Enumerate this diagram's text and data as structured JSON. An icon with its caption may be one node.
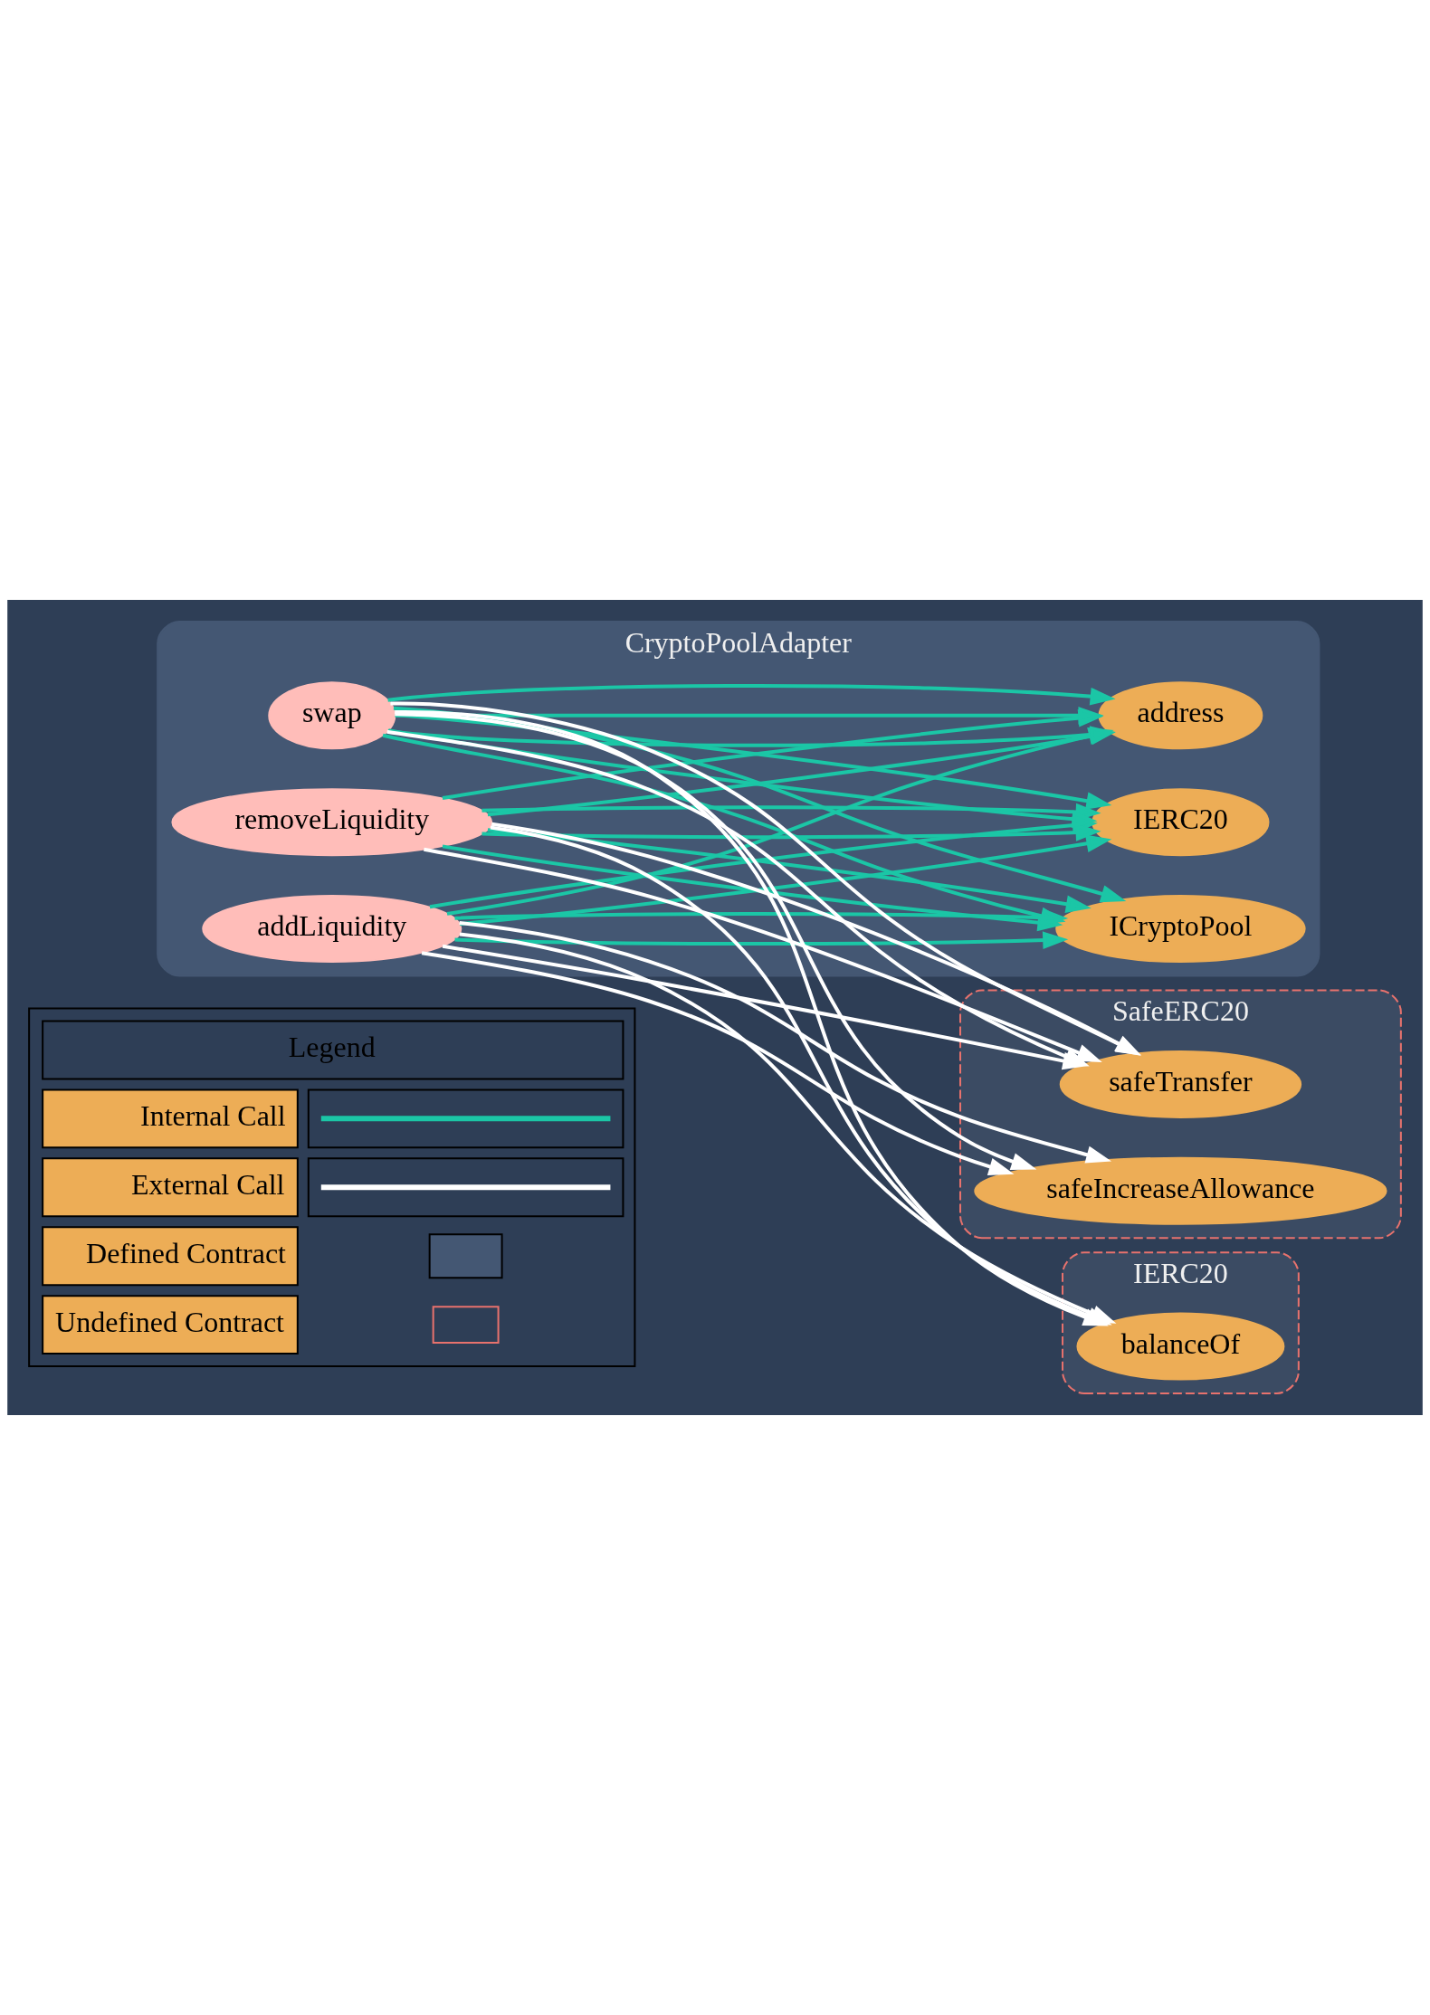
{
  "diagram": {
    "nodes": [
      {
        "text": [
          "CryptoPoolAdapter"
        ]
      },
      {
        "text": [
          "addLiquidity"
        ],
        "in": 0
      },
      {
        "text": [
          "removeLiquidity"
        ],
        "in": 0
      },
      {
        "text": [
          "swap"
        ],
        "in": 0
      },
      {
        "text": [
          "ICryptoPool"
        ],
        "in": 0
      },
      {
        "text": [
          "IERC20"
        ],
        "in": 0
      },
      {
        "text": [
          "address"
        ],
        "in": 0
      },
      {
        "text": [
          "SafeERC20"
        ]
      },
      {
        "text": [
          "safeIncreaseAllowance"
        ],
        "in": 7
      },
      {
        "text": [
          "safeTransfer"
        ],
        "in": 7
      },
      {
        "text": [
          "IERC20"
        ]
      },
      {
        "text": [
          "balanceOf"
        ],
        "in": 10
      }
    ],
    "edges": [
      {
        "from": 1,
        "to": 4,
        "arrow": "to"
      },
      {
        "from": 1,
        "to": 4,
        "arrow": "to"
      },
      {
        "from": 1,
        "to": 5,
        "arrow": "to"
      },
      {
        "from": 1,
        "to": 5,
        "arrow": "to"
      },
      {
        "from": 1,
        "to": 6,
        "arrow": "to"
      },
      {
        "from": 2,
        "to": 4,
        "arrow": "to"
      },
      {
        "from": 2,
        "to": 4,
        "arrow": "to"
      },
      {
        "from": 2,
        "to": 5,
        "arrow": "to"
      },
      {
        "from": 2,
        "to": 5,
        "arrow": "to"
      },
      {
        "from": 2,
        "to": 6,
        "arrow": "to"
      },
      {
        "from": 2,
        "to": 6,
        "arrow": "to"
      },
      {
        "from": 3,
        "to": 4,
        "arrow": "to"
      },
      {
        "from": 3,
        "to": 4,
        "arrow": "to"
      },
      {
        "from": 3,
        "to": 5,
        "arrow": "to"
      },
      {
        "from": 3,
        "to": 5,
        "arrow": "to"
      },
      {
        "from": 3,
        "to": 6,
        "arrow": "to"
      },
      {
        "from": 3,
        "to": 6,
        "arrow": "to"
      },
      {
        "from": 3,
        "to": 6,
        "arrow": "to"
      },
      {
        "from": 1,
        "to": 8,
        "arrow": "to",
        "color": "#ffffff"
      },
      {
        "from": 1,
        "to": 8,
        "arrow": "to",
        "color": "#ffffff"
      },
      {
        "from": 1,
        "to": 9,
        "arrow": "to",
        "color": "#ffffff"
      },
      {
        "from": 1,
        "to": 11,
        "arrow": "to",
        "color": "#ffffff"
      },
      {
        "from": 2,
        "to": 9,
        "arrow": "to",
        "color": "#ffffff"
      },
      {
        "from": 2,
        "to": 9,
        "arrow": "to",
        "color": "#ffffff"
      },
      {
        "from": 2,
        "to": 11,
        "arrow": "to",
        "color": "#ffffff"
      },
      {
        "from": 3,
        "to": 8,
        "arrow": "to",
        "color": "#ffffff"
      },
      {
        "from": 3,
        "to": 9,
        "arrow": "to",
        "color": "#ffffff"
      },
      {
        "from": 3,
        "to": 9,
        "arrow": "to",
        "color": "#ffffff"
      },
      {
        "from": 3,
        "to": 11,
        "arrow": "to",
        "color": "#ffffff"
      }
    ],
    "labels": [
      "Legend"
    ],
    "legend": [
      {
        "text": "Internal Call"
      },
      {
        "text": "External Call"
      },
      {
        "text": "Defined Contract",
        "color": "#445773"
      },
      {
        "text": "Undefined Contract"
      }
    ]
  }
}
